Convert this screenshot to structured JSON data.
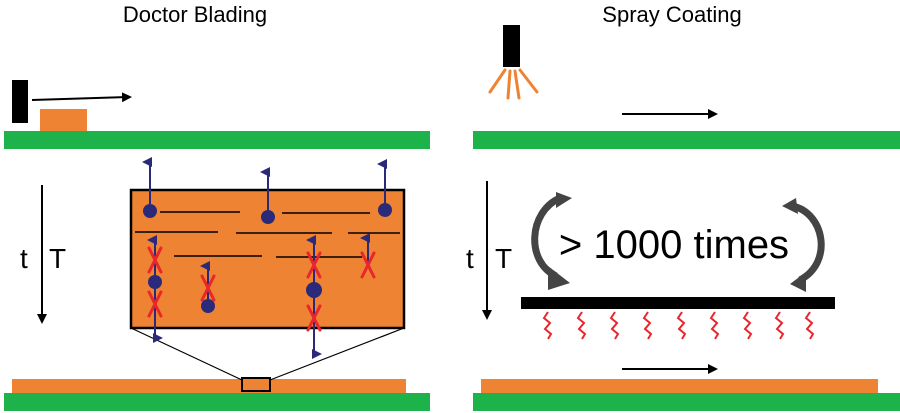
{
  "left_panel": {
    "title": "Doctor Blading",
    "axis_t": "t",
    "axis_T": "T"
  },
  "right_panel": {
    "title": "Spray Coating",
    "axis_t": "t",
    "axis_T": "T",
    "repeat_label": "> 1000 times"
  },
  "colors": {
    "substrate": "#1db34a",
    "film": "#ee8333",
    "particle": "#2b2a7a",
    "cross": "#e8262b",
    "hotplate": "#000000",
    "chain": "#e8262b"
  }
}
